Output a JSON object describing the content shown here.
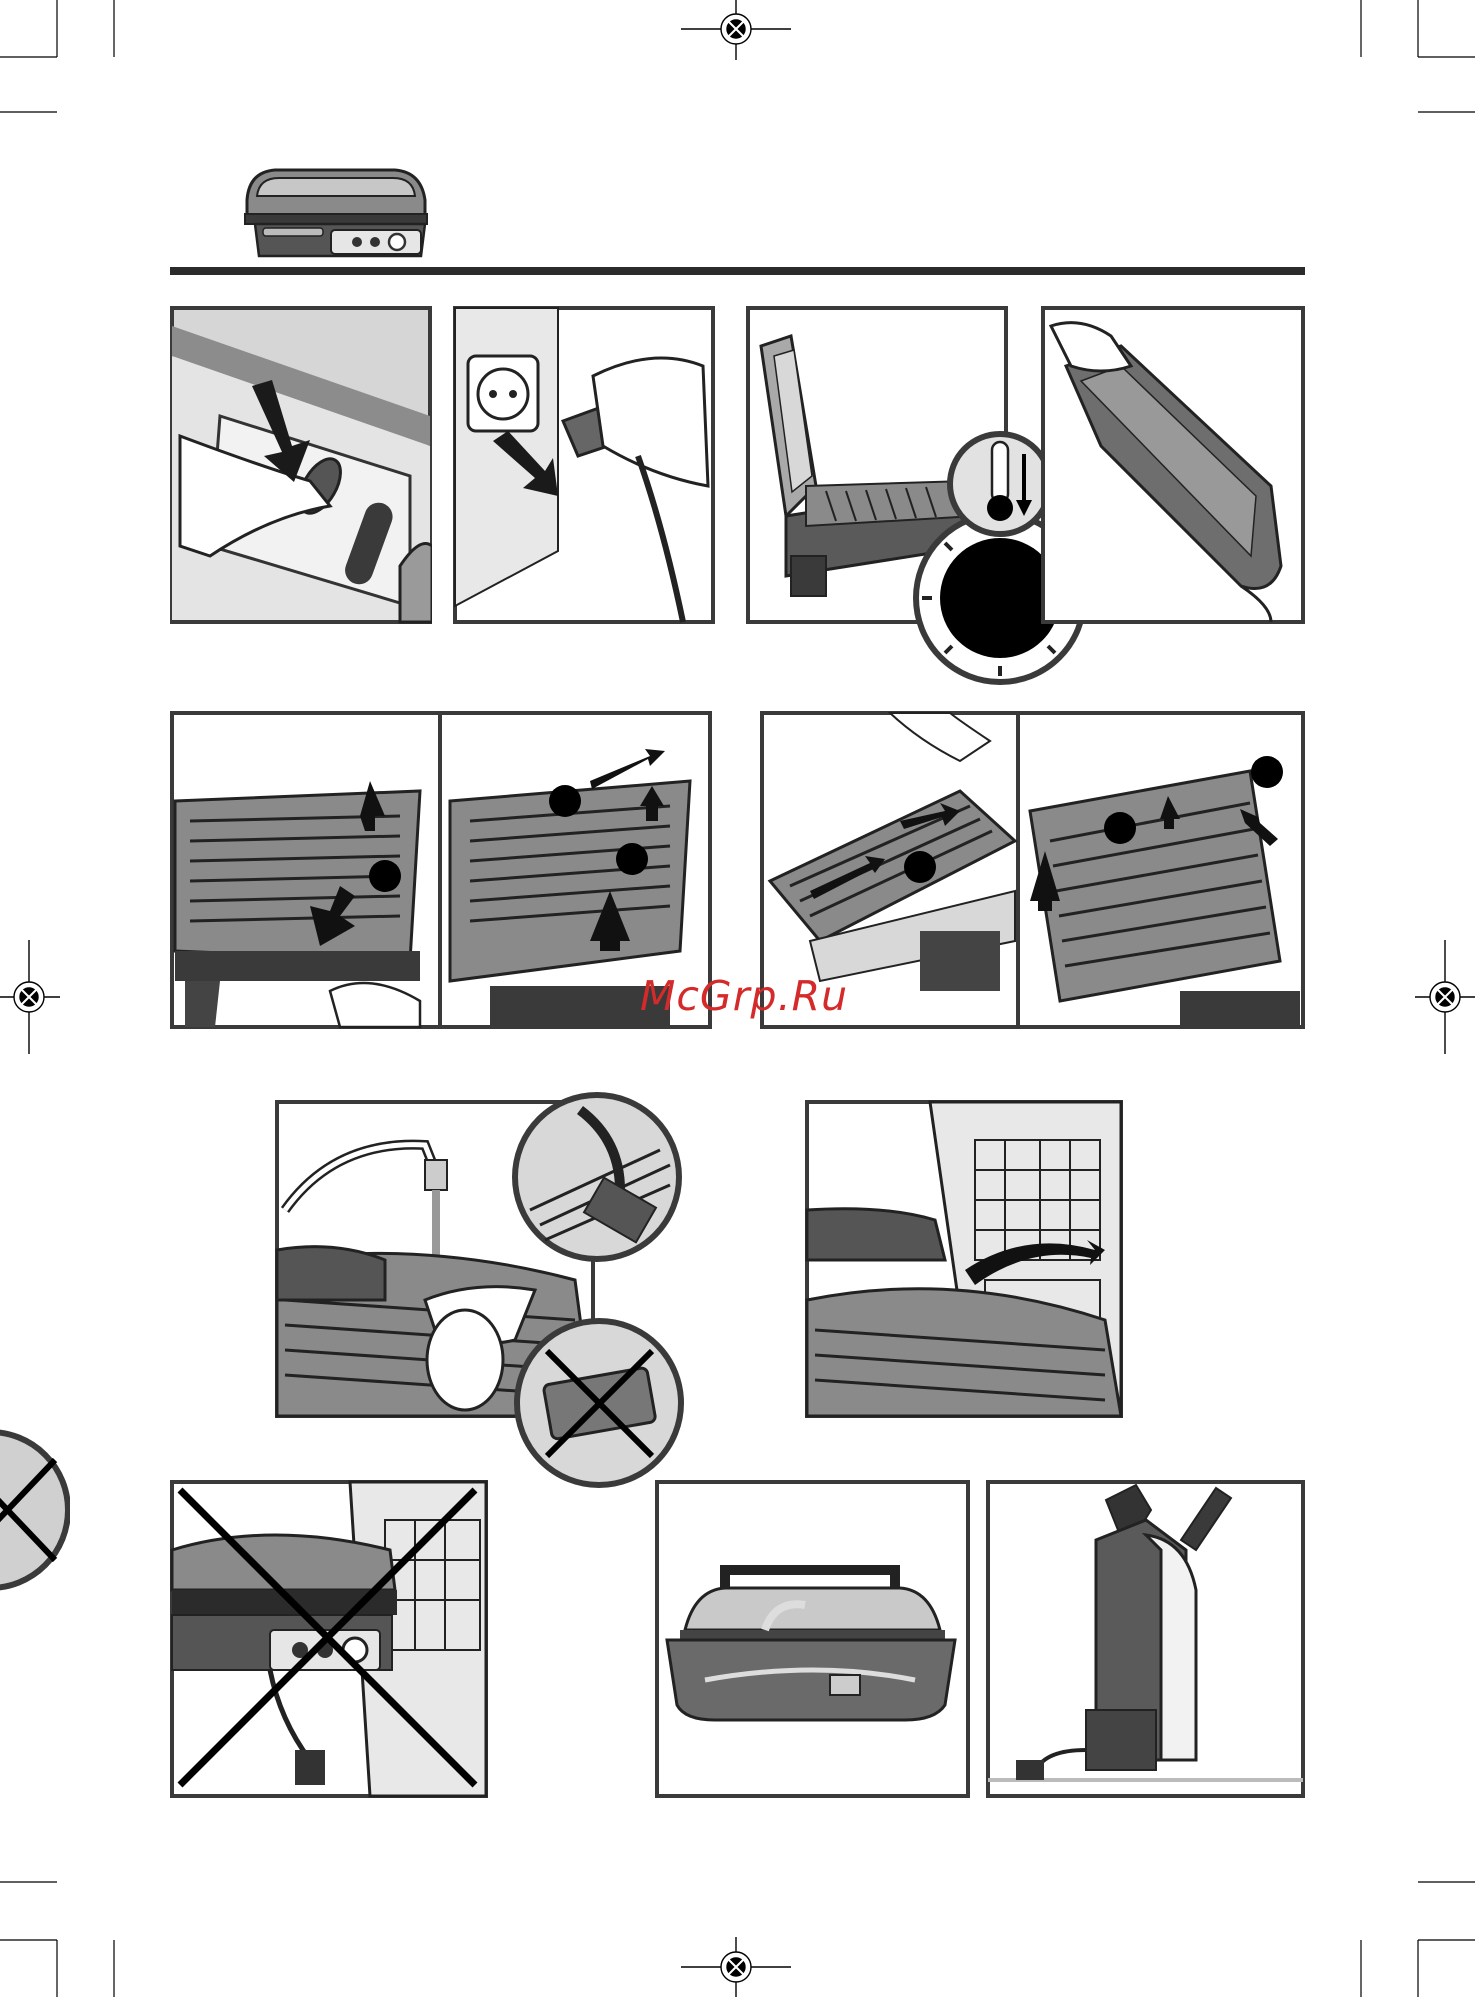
{
  "page": {
    "watermark": "McGrp.Ru",
    "icons": {
      "header": "grill-appliance-icon",
      "registration": "registration-mark-icon"
    },
    "colors": {
      "frame": "#3a3a3a",
      "panel_fill": "#e6e6e6",
      "dark": "#2b2b2b",
      "mid_gray": "#7d7d7d",
      "light_gray": "#c9c9c9",
      "black_marker": "#000000",
      "watermark": "#d42a2a"
    }
  },
  "steps": [
    {
      "id": "switch-off",
      "icon": "power-button-press"
    },
    {
      "id": "unplug",
      "icon": "unplug-from-socket"
    },
    {
      "id": "cool-down",
      "icon": "thermometer-and-timer"
    },
    {
      "id": "drip-tray",
      "icon": "remove-drip-tray"
    },
    {
      "id": "remove-plate-1",
      "icon": "unclip-plate"
    },
    {
      "id": "remove-plate-2",
      "icon": "lift-out-plate"
    },
    {
      "id": "insert-plate-1",
      "icon": "insert-plate"
    },
    {
      "id": "insert-plate-2",
      "icon": "lower-plate"
    },
    {
      "id": "hand-wash",
      "icon": "wash-with-sponge"
    },
    {
      "id": "dishwasher-ok",
      "icon": "plates-in-dishwasher"
    },
    {
      "id": "no-dishwasher-body",
      "icon": "body-not-in-dishwasher"
    },
    {
      "id": "store-cord",
      "icon": "cord-storage"
    },
    {
      "id": "store-upright",
      "icon": "vertical-storage"
    }
  ]
}
